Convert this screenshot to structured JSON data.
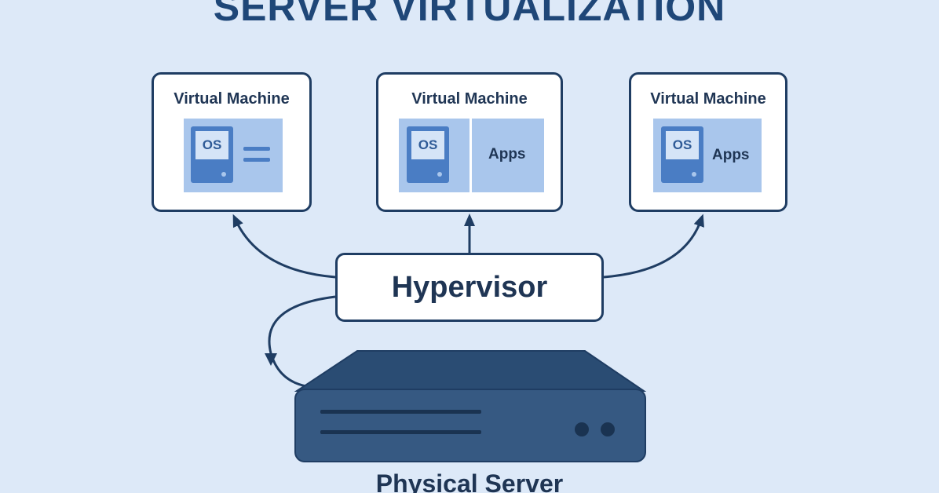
{
  "title": "SERVER VIRTUALIZATION",
  "virtual_machines": [
    {
      "label": "Virtual Machine",
      "os_label": "OS",
      "apps_label": ""
    },
    {
      "label": "Virtual Machine",
      "os_label": "OS",
      "apps_label": "Apps"
    },
    {
      "label": "Virtual Machine",
      "os_label": "OS",
      "apps_label": "Apps"
    }
  ],
  "hypervisor": {
    "label": "Hypervisor"
  },
  "physical_server": {
    "label": "Physical Server"
  },
  "colors": {
    "background": "#dde9f8",
    "title": "#1f4778",
    "box_border": "#1f3d63",
    "panel": "#a9c6ec",
    "os_device": "#4a7dc4",
    "server": "#365982"
  },
  "icons": {
    "os": "os-device-icon",
    "apps_placeholder": "equals-lines-icon",
    "server": "server-rack-icon"
  }
}
